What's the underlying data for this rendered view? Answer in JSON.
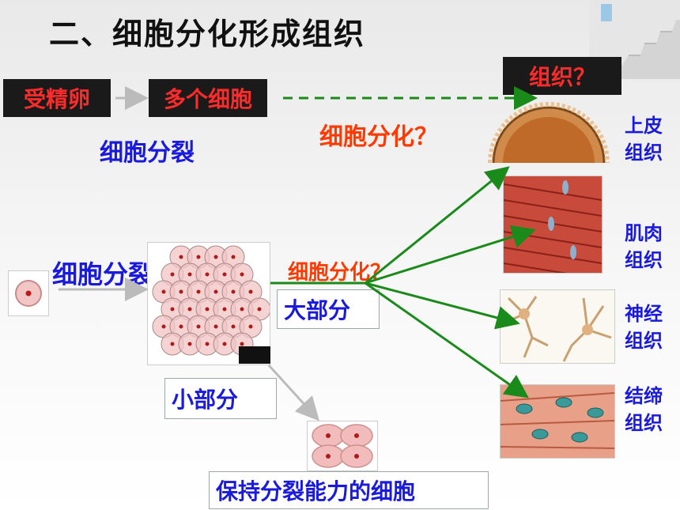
{
  "title": "二、细胞分化形成组织",
  "top_row": {
    "zygote": "受精卵",
    "many_cells": "多个细胞",
    "tissue_q": "组织？",
    "division": "细胞分裂",
    "differentiation_q": "细胞分化？"
  },
  "middle": {
    "division": "细胞分裂",
    "differentiation_q": "细胞分化？",
    "majority": "大部分",
    "minority": "小部分",
    "keep_dividing": "保持分裂能力的细胞"
  },
  "tissues": [
    {
      "line1": "上皮",
      "line2": "组织"
    },
    {
      "line1": "肌肉",
      "line2": "组织"
    },
    {
      "line1": "神经",
      "line2": "组织"
    },
    {
      "line1": "结缔",
      "line2": "组织"
    }
  ],
  "colors": {
    "arrow_green": "#1a8a1a",
    "label_blue": "#1a1adc",
    "label_red": "#ff3a00",
    "box_red_text": "#ff2a2a"
  }
}
